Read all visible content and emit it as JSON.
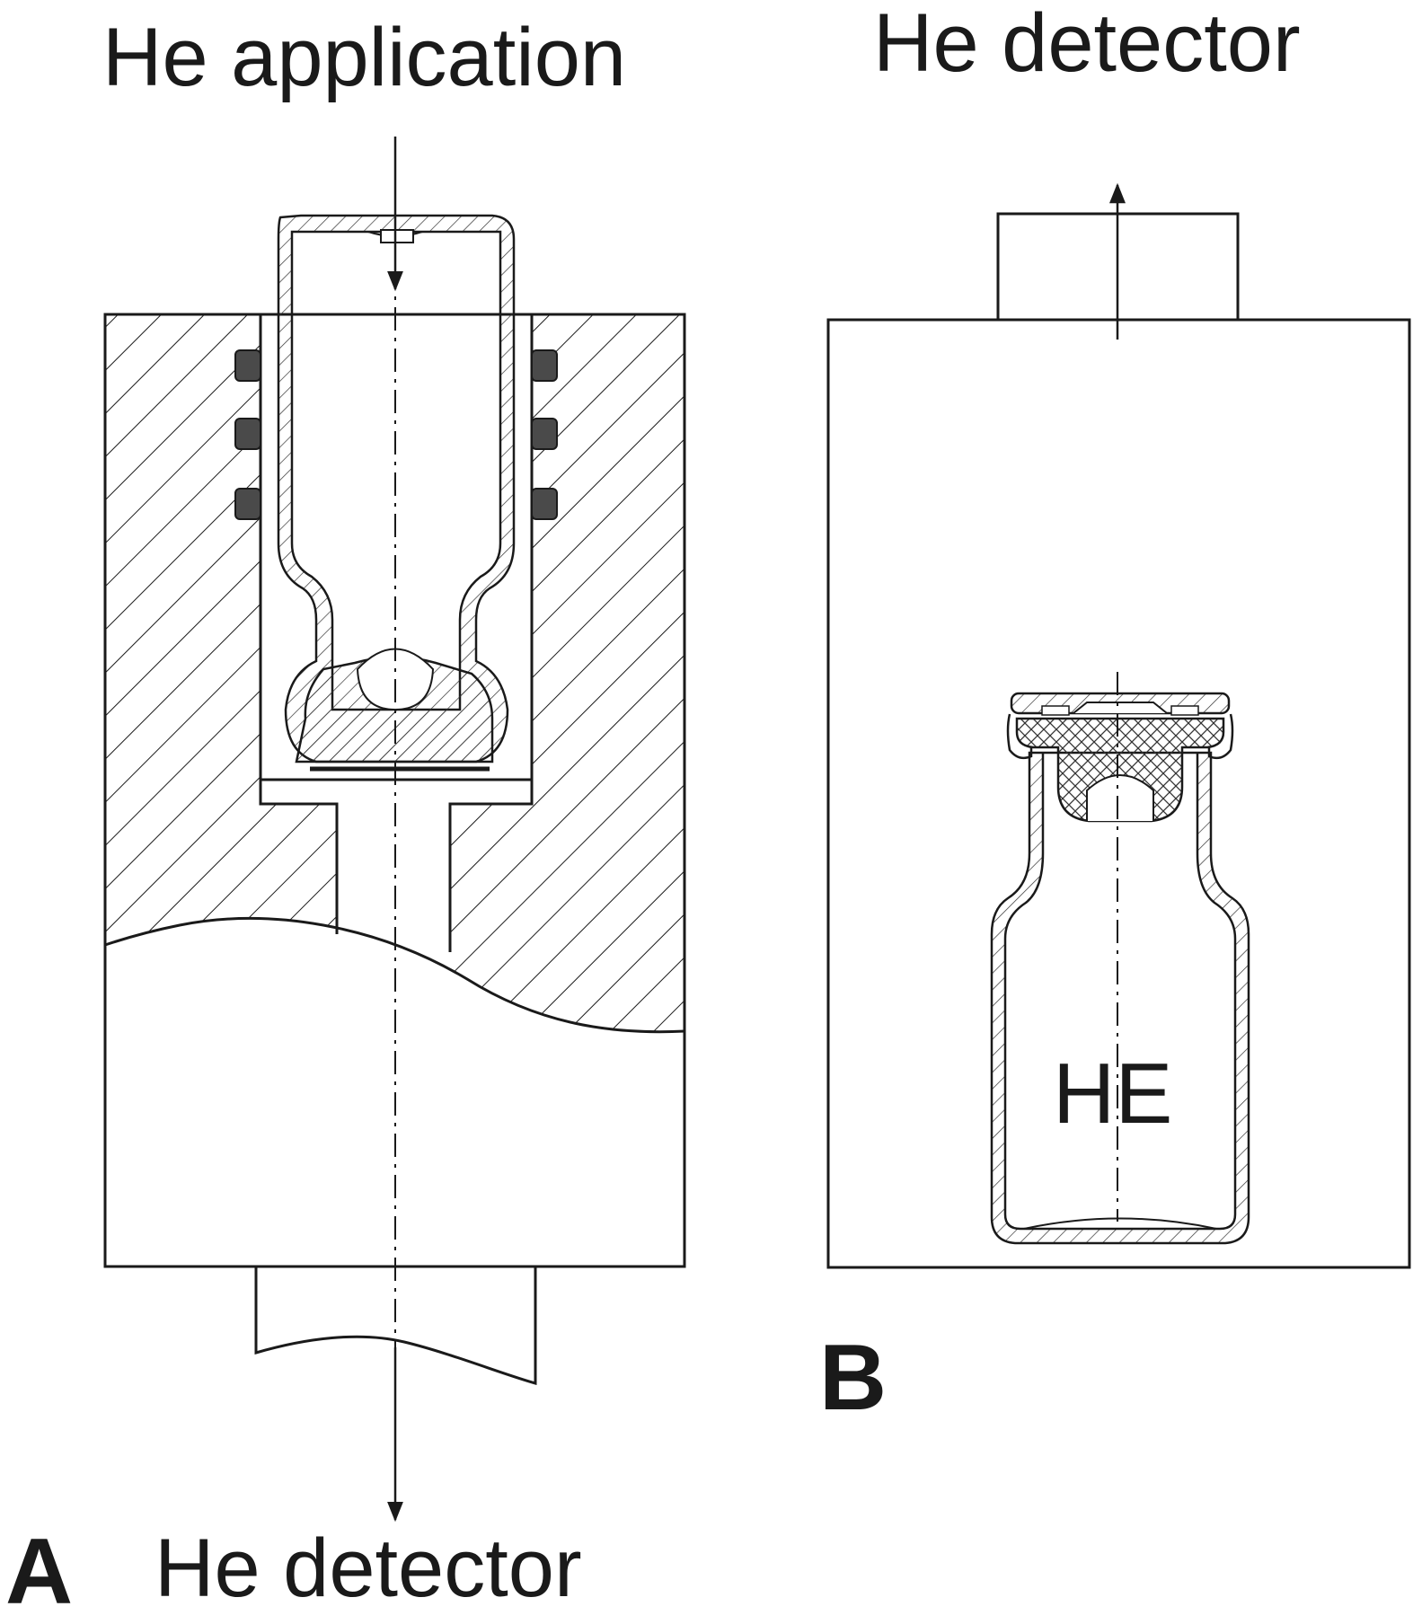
{
  "panel_a": {
    "letter": "A",
    "top_label": "He application",
    "bottom_label": "He detector"
  },
  "panel_b": {
    "letter": "B",
    "top_label": "He detector",
    "vial_label": "HE"
  },
  "colors": {
    "line": "#1a1a1a",
    "oring": "#4a4a4a",
    "background": "#ffffff"
  }
}
